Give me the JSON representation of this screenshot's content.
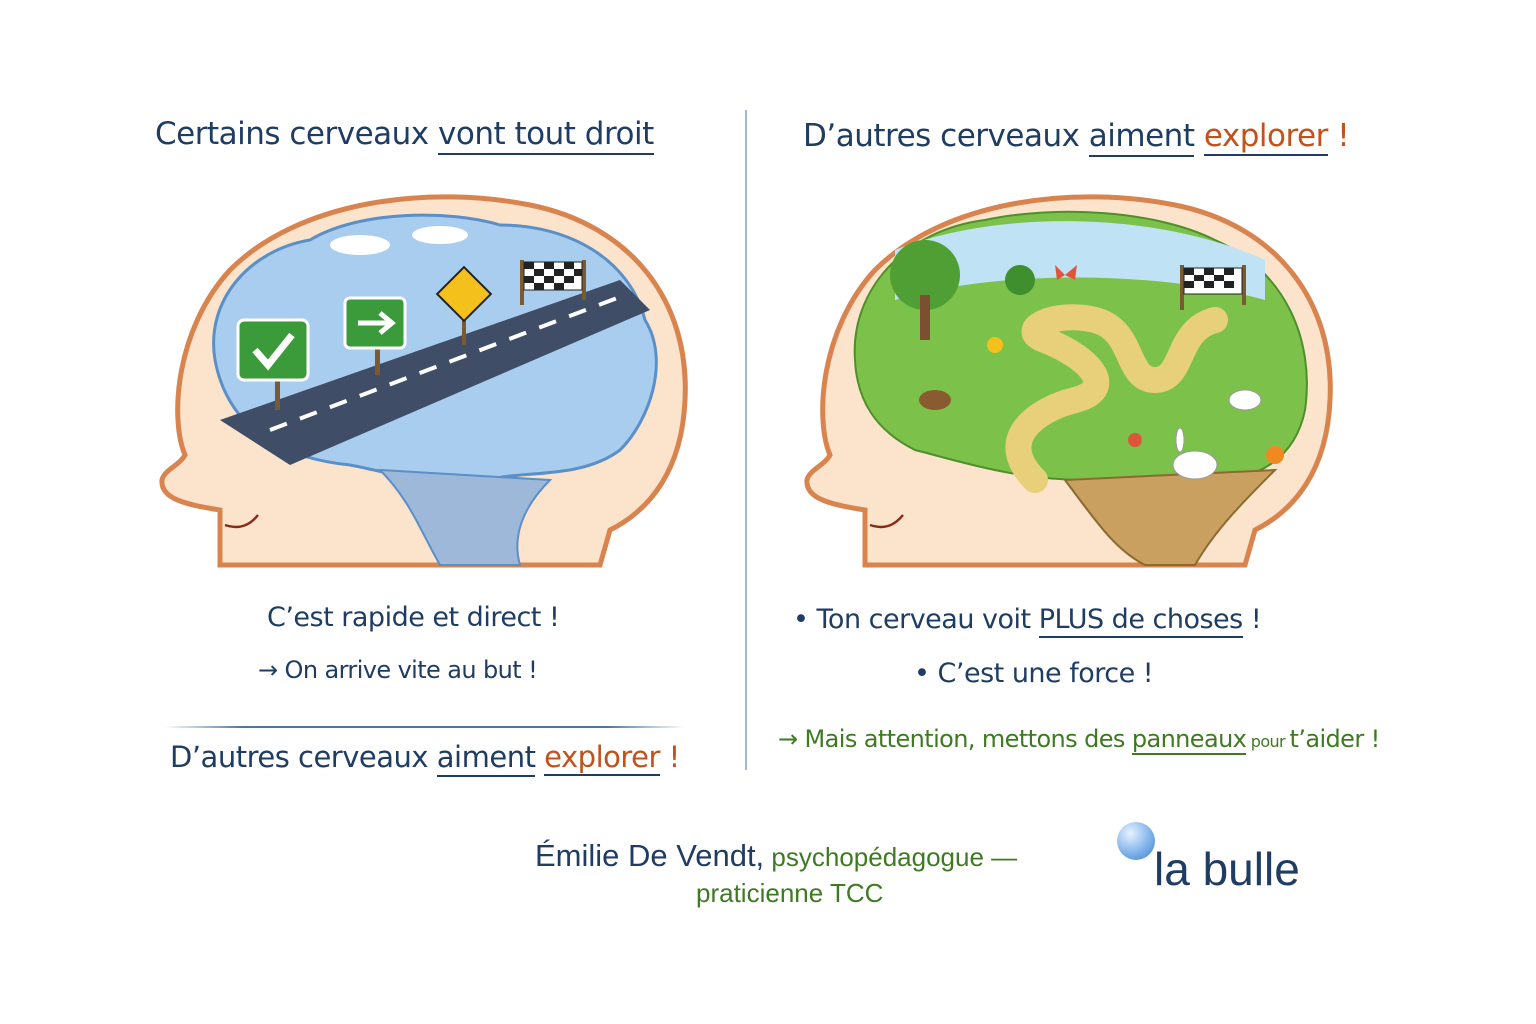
{
  "left": {
    "title_prefix": "Certains cerveaux ",
    "title_emphasis": "vont tout droit",
    "line1": "C’est rapide et direct !",
    "arrow": "→",
    "line2": "On arrive vite au but !",
    "bottom_prefix": "D’autres cerveaux ",
    "bottom_emphasis": "aiment",
    "bottom_orange": "explorer",
    "bottom_bang": " !"
  },
  "right": {
    "title_prefix": "D’autres cerveaux ",
    "title_emphasis": "aiment",
    "title_orange": "explorer",
    "title_bang": " !",
    "bullet": "•",
    "bullet1_prefix": "Ton cerveau voit ",
    "bullet1_emphasis": "PLUS de choses",
    "bullet1_bang": " !",
    "bullet2": "C’est une force !",
    "arrow": "→",
    "tip_prefix": "Mais attention, mettons des ",
    "tip_emphasis": "panneaux",
    "tip_small": " pour ",
    "tip_suffix": "t’aider !"
  },
  "footer": {
    "name": "Émilie De Vendt,",
    "role1": " psychopédagogue —",
    "role2": "praticienne TCC",
    "logo_text": "la bulle"
  },
  "colors": {
    "navy": "#1f3d63",
    "orange": "#c2521c",
    "green": "#3f7a22",
    "head_outline": "#d9844e",
    "skin": "#fbe3cc"
  }
}
